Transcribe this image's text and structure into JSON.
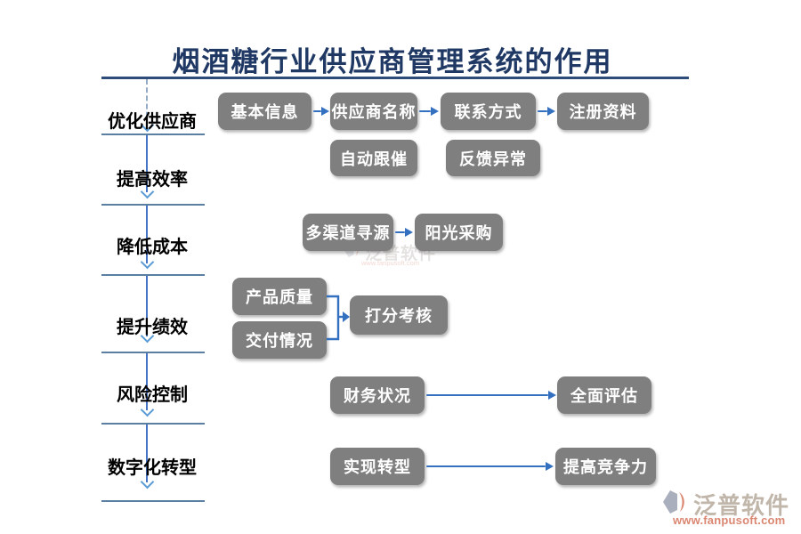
{
  "title": "烟酒糖行业供应商管理系统的作用",
  "left_categories": [
    {
      "label": "优化供应商"
    },
    {
      "label": "提高效率"
    },
    {
      "label": "降低成本"
    },
    {
      "label": "提升绩效"
    },
    {
      "label": "风险控制"
    },
    {
      "label": "数字化转型"
    }
  ],
  "flow": {
    "row1": {
      "boxes": [
        "基本信息",
        "供应商名称",
        "联系方式",
        "注册资料"
      ]
    },
    "row2": {
      "boxes": [
        "自动跟催",
        "反馈异常"
      ]
    },
    "row3": {
      "boxes": [
        "多渠道寻源",
        "阳光采购"
      ]
    },
    "row4": {
      "inputs": [
        "产品质量",
        "交付情况"
      ],
      "result": "打分考核"
    },
    "row5": {
      "source": "财务状况",
      "target": "全面评估"
    },
    "row6": {
      "source": "实现转型",
      "target": "提高竞争力"
    }
  },
  "branding": {
    "name": "泛普软件",
    "url": "www.fanpusoft.com"
  },
  "colors": {
    "title": "#1F3864",
    "title_rule": "#2E4C7A",
    "box_fill": "#7F7F7F",
    "box_text": "#FFFFFF",
    "arrow_blue": "#3470C0",
    "axis_line": "#4472C4",
    "chevron": "#5B9BD5",
    "underline": "#5B7FA0",
    "brand_text": "#B2A496",
    "brand_url": "#D2694E"
  }
}
